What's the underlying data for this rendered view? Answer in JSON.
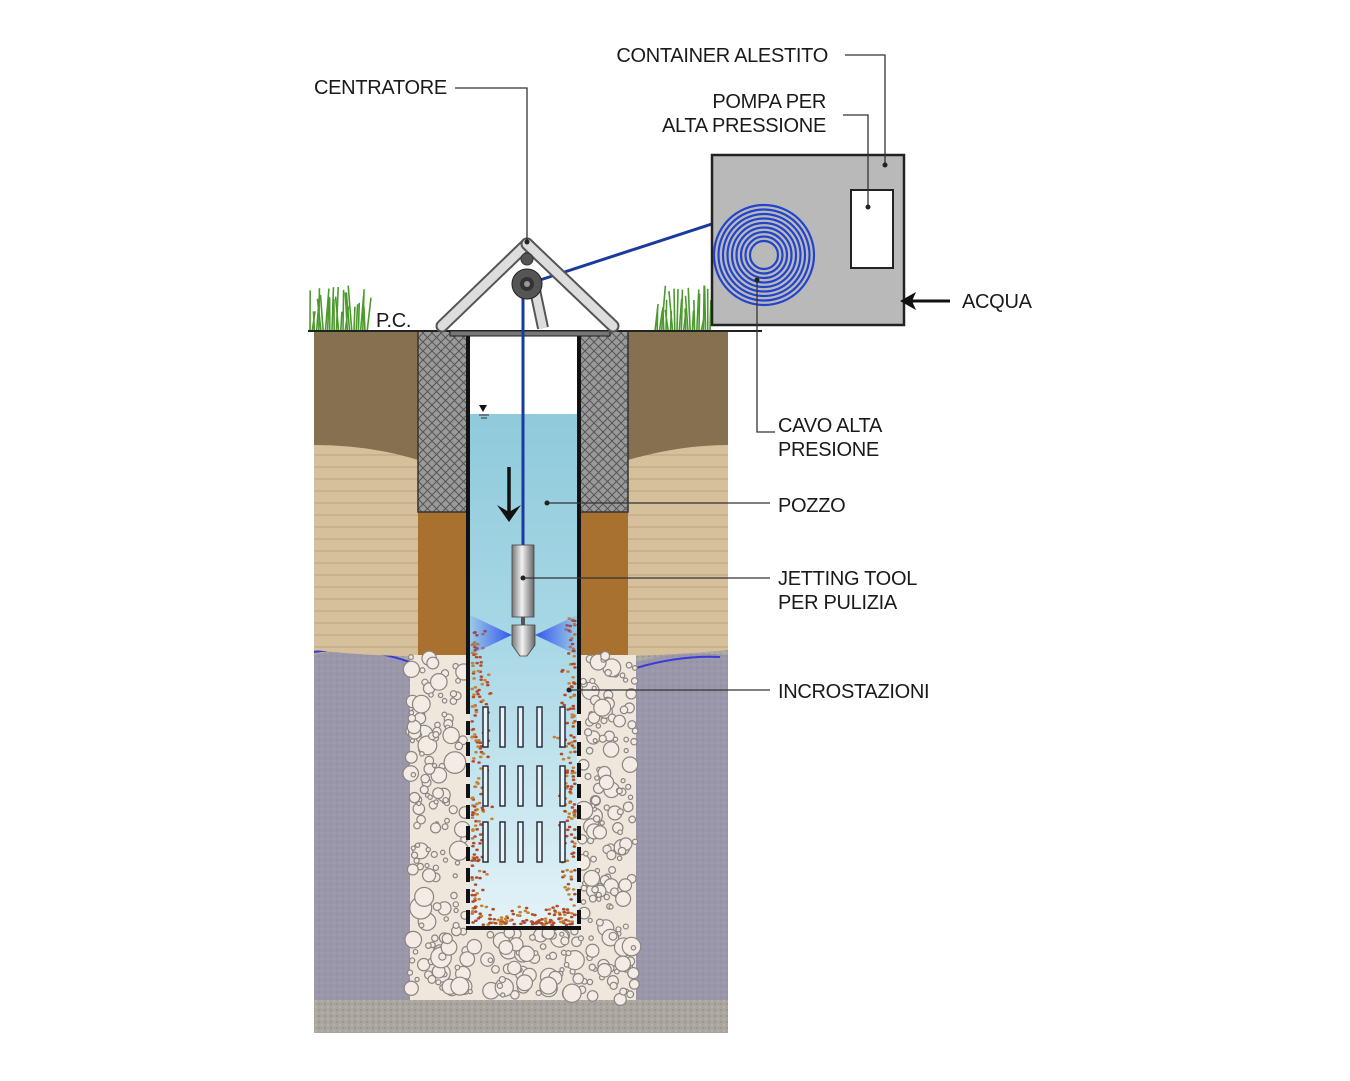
{
  "labels": {
    "container": "CONTAINER ALESTITO",
    "pump_line1": "POMPA PER",
    "pump_line2": "ALTA PRESSIONE",
    "centering": "CENTRATORE",
    "ground": "P.C.",
    "water_in": "ACQUA",
    "cable_line1": "CAVO ALTA",
    "cable_line2": "PRESIONE",
    "well": "POZZO",
    "tool_line1": "JETTING TOOL",
    "tool_line2": "PER PULIZIA",
    "encrustation": "INCROSTAZIONI"
  },
  "colors": {
    "topsoil": "#85704f",
    "sand": "#d2bc98",
    "clay": "#a8712f",
    "gravel_bed": "#a9a59f",
    "aquifer": "#8e8cb4",
    "water": "#8fcadb",
    "container": "#b9b9b9",
    "cable": "#1b3a9e",
    "coil": "#2244cc",
    "encrustation": "#b44a2a"
  }
}
